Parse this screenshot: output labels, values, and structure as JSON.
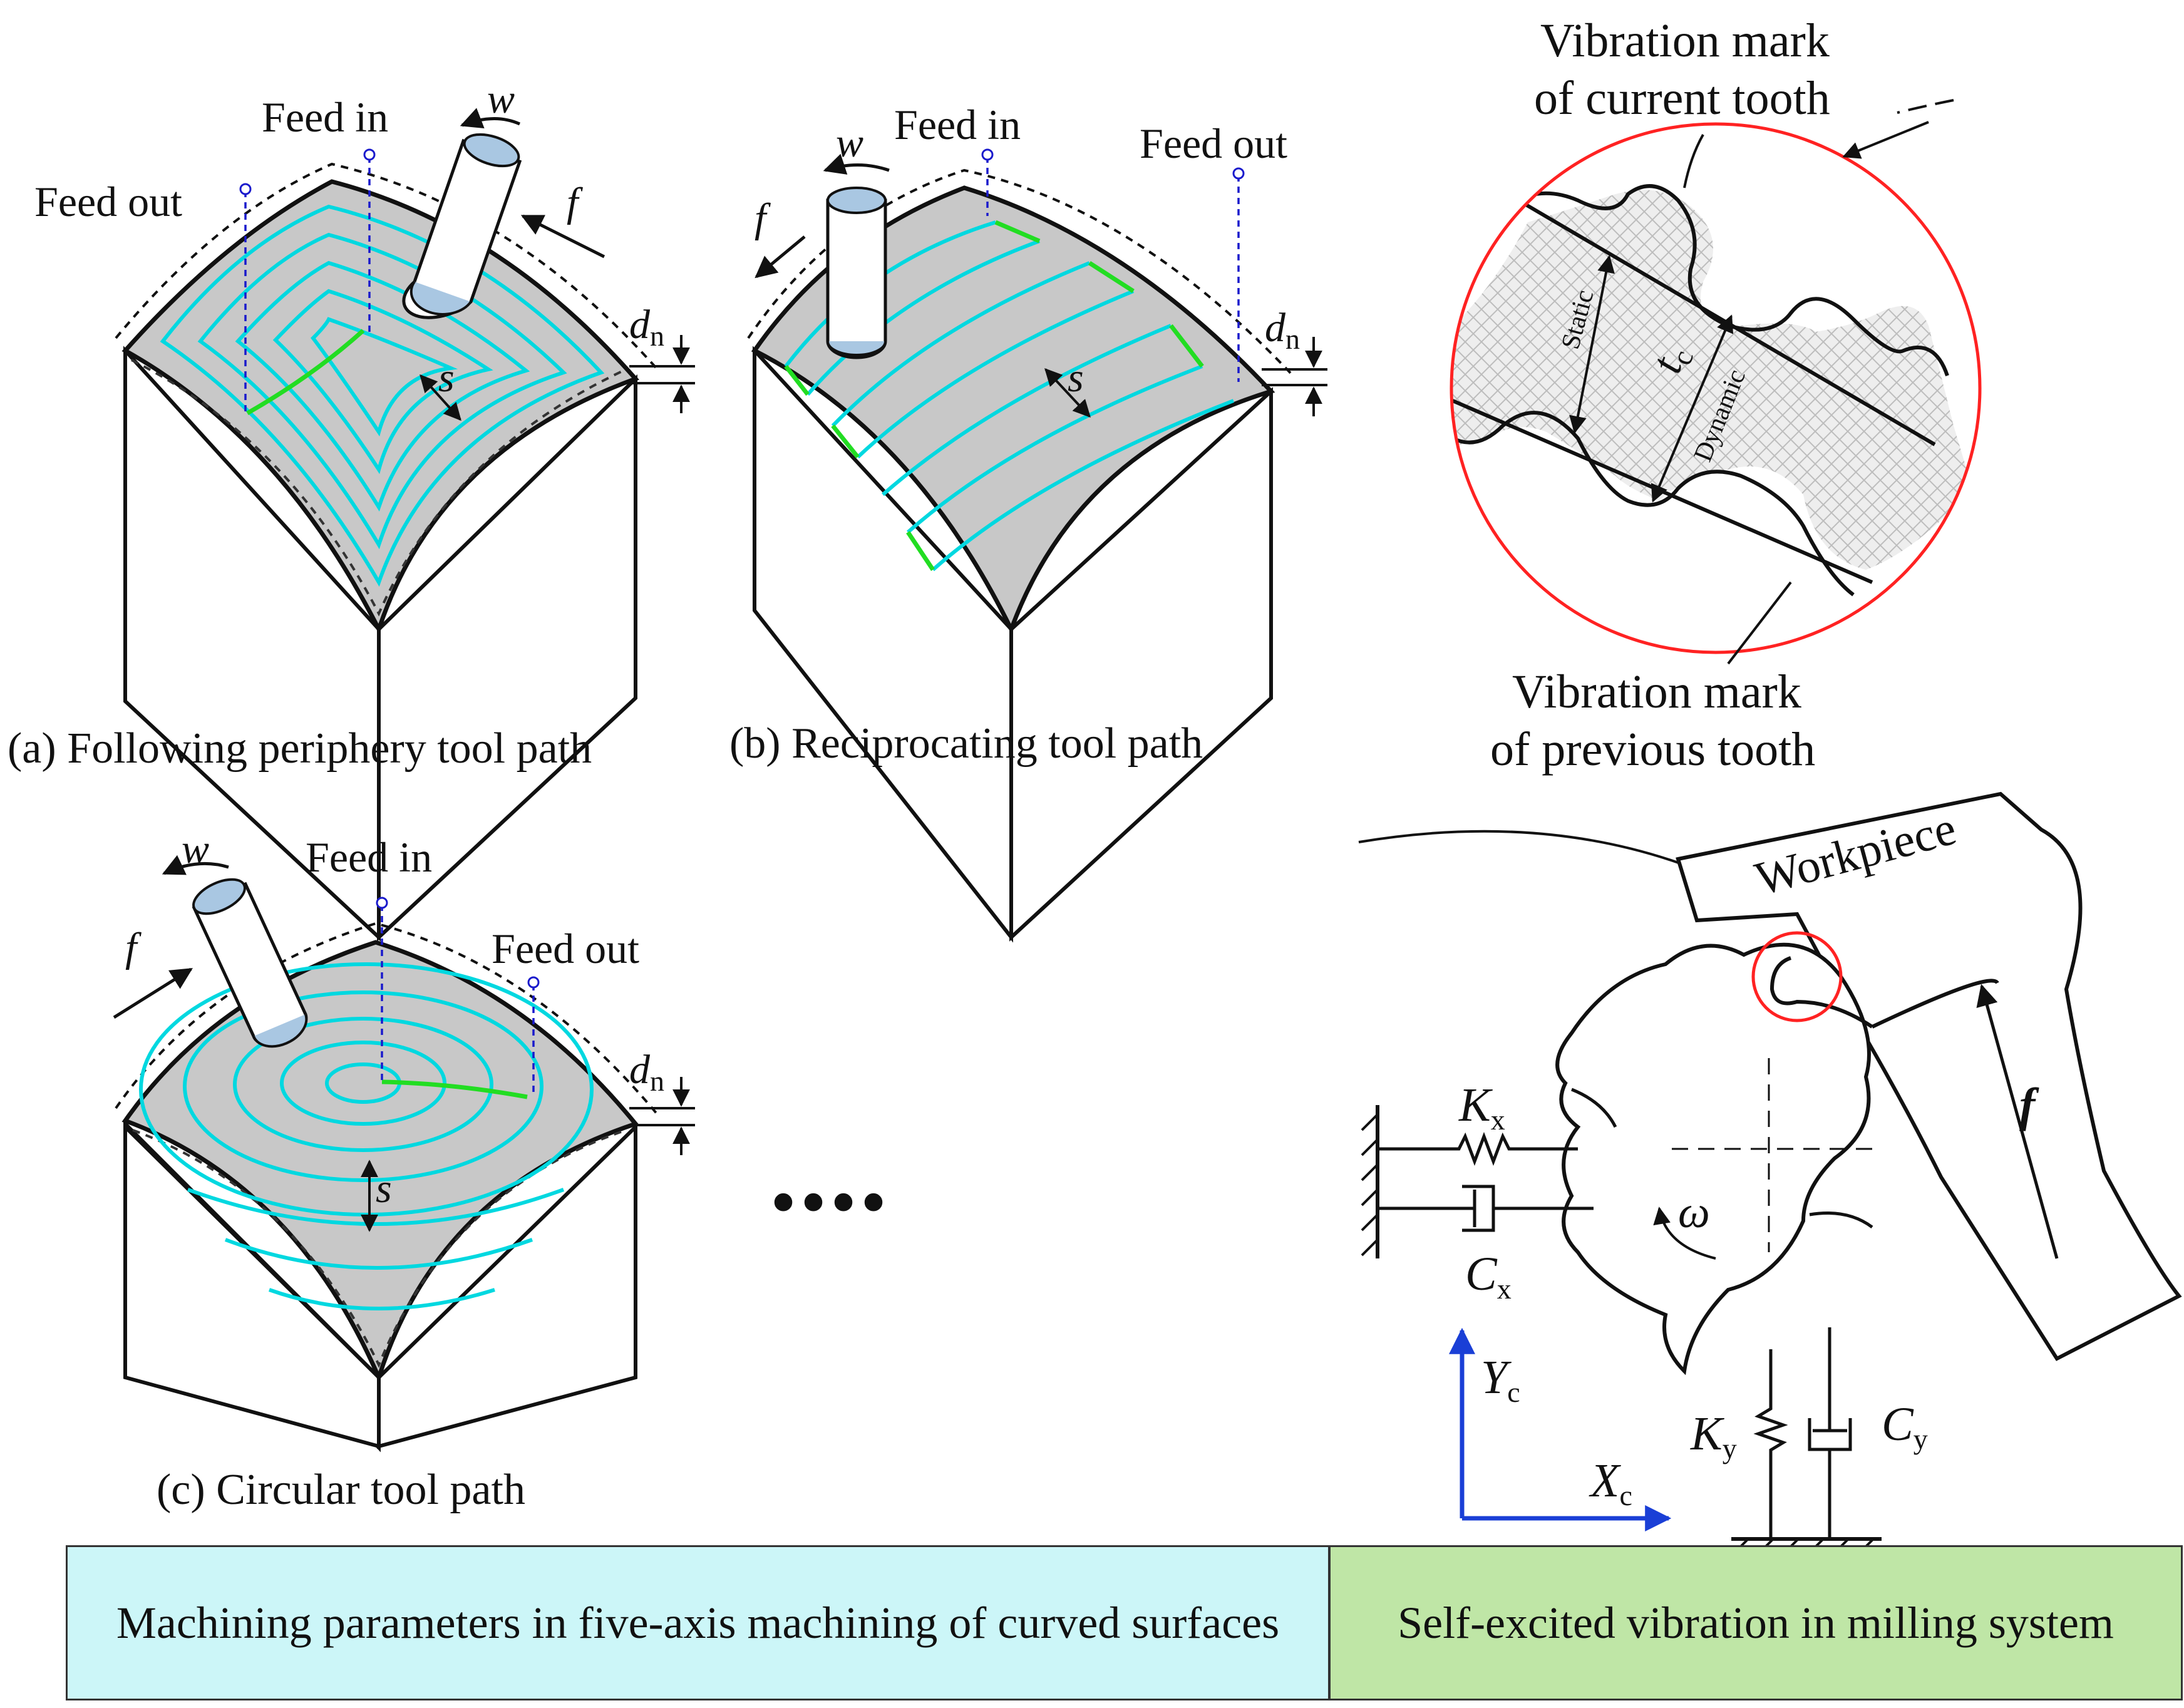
{
  "panel_a": {
    "feed_in": "Feed in",
    "feed_out": "Feed out",
    "w": "w",
    "f": "f",
    "s": "s",
    "d": "d",
    "d_sub": "n",
    "caption": "(a) Following periphery tool path"
  },
  "panel_b": {
    "feed_in": "Feed in",
    "feed_out": "Feed out",
    "w": "w",
    "f": "f",
    "s": "s",
    "d": "d",
    "d_sub": "n",
    "caption": "(b) Reciprocating tool path"
  },
  "panel_c": {
    "feed_in": "Feed in",
    "feed_out": "Feed out",
    "w": "w",
    "f": "f",
    "s": "s",
    "d": "d",
    "d_sub": "n",
    "caption": "(c) Circular tool path"
  },
  "ellipsis": "••••",
  "vibration_detail": {
    "current_line1": "Vibration mark",
    "current_line2": "of current tooth",
    "previous_line1": "Vibration mark",
    "previous_line2": "of previous tooth",
    "static": "Static",
    "dynamic": "Dynamic",
    "t": "t",
    "t_sub": "c"
  },
  "milling_system": {
    "workpiece": "Workpiece",
    "f": "f",
    "omega": "ω",
    "kx": "K",
    "kx_sub": "x",
    "cx": "C",
    "cx_sub": "x",
    "ky": "K",
    "ky_sub": "y",
    "cy": "C",
    "cy_sub": "y",
    "yc": "Y",
    "yc_sub": "c",
    "xc": "X",
    "xc_sub": "c"
  },
  "table": {
    "left": "Machining parameters in five-axis machining of curved surfaces",
    "right": "Self-excited vibration in milling system"
  },
  "colors": {
    "surface": "#c8c8c8",
    "path": "#00d8e0",
    "path_link": "#22dd22",
    "guide": "#1a1acc",
    "circle": "#ff2222",
    "axis": "#1a3fd6",
    "cell_left": "#ccf6f8",
    "cell_right": "#bfe6a6"
  }
}
